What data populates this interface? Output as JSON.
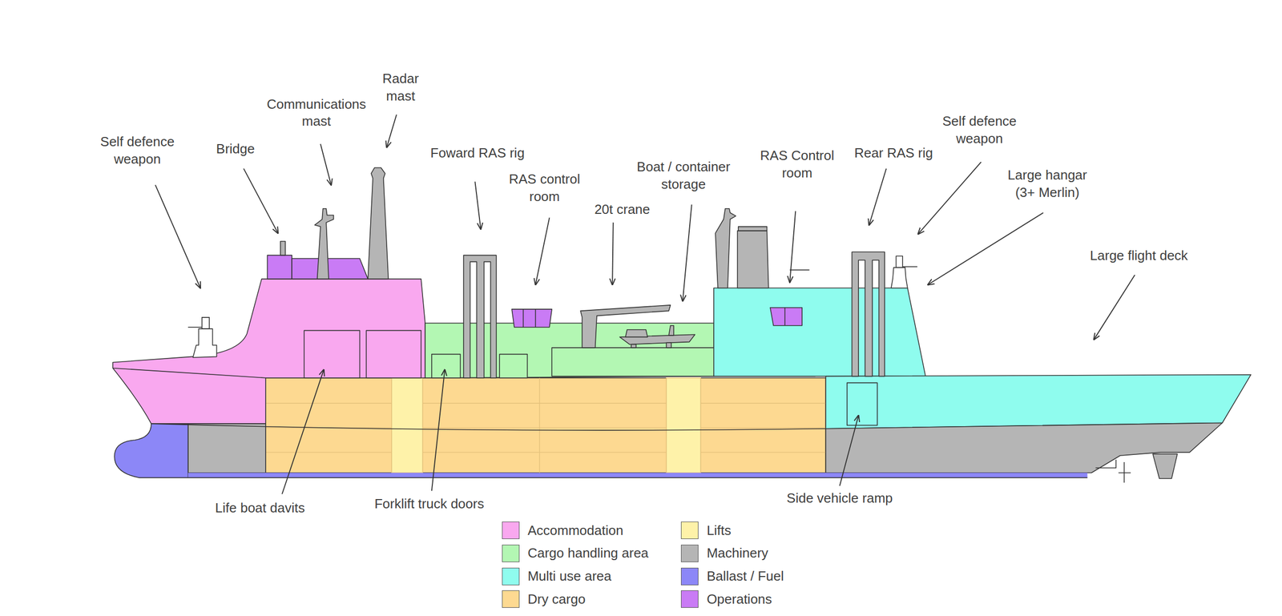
{
  "diagram": {
    "labels": [
      "Self defence weapon",
      "Bridge",
      "Communications mast",
      "Radar mast",
      "Foward RAS rig",
      "RAS control room",
      "20t crane",
      "Boat / container storage",
      "RAS Control room",
      "Rear RAS rig",
      "Self defence weapon",
      "Large hangar (3+ Merlin)",
      "Large flight deck",
      "Life boat davits",
      "Forklift truck doors",
      "Side vehicle ramp"
    ],
    "legend": [
      {
        "text": "Accommodation",
        "color": "#f9a8ef"
      },
      {
        "text": "Cargo handling area",
        "color": "#b3f7b3"
      },
      {
        "text": "Multi use area",
        "color": "#8ffcee"
      },
      {
        "text": "Dry cargo",
        "color": "#fdd991"
      },
      {
        "text": "Lifts",
        "color": "#fef2a9"
      },
      {
        "text": "Machinery",
        "color": "#b5b5b5"
      },
      {
        "text": "Ballast / Fuel",
        "color": "#8c87f7"
      },
      {
        "text": "Operations",
        "color": "#c97bf5"
      }
    ]
  }
}
